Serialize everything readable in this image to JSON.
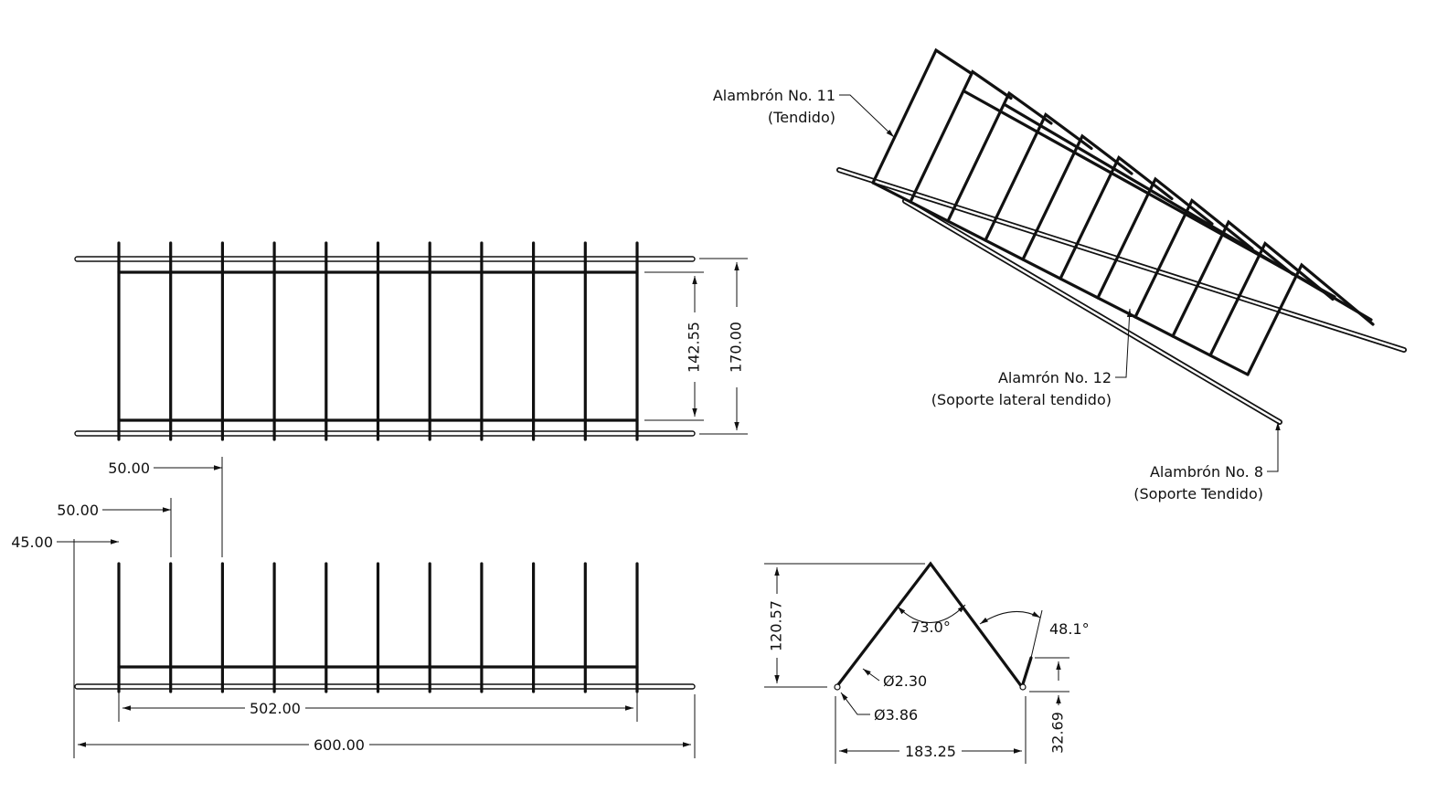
{
  "drawing": {
    "top_view": {
      "dims": {
        "inner_width": "142.55",
        "outer_width": "170.00"
      }
    },
    "front_view": {
      "dims": {
        "pitch_a": "50.00",
        "pitch_b": "50.00",
        "end_offset": "45.00",
        "span": "502.00",
        "overall_length": "600.00"
      }
    },
    "side_view": {
      "dims": {
        "height": "120.57",
        "apex_angle": "73.0°",
        "tip_angle": "48.1°",
        "wire_dia_small": "Ø2.30",
        "wire_dia_large": "Ø3.86",
        "base_width": "183.25",
        "tip_height": "32.69"
      }
    },
    "iso_view": {
      "callouts": [
        {
          "line1": "Alambrón No. 11",
          "line2": "(Tendido)"
        },
        {
          "line1": "Alamrón No. 12",
          "line2": "(Soporte lateral tendido)"
        },
        {
          "line1": "Alambrón No. 8",
          "line2": "(Soporte Tendido)"
        }
      ]
    }
  }
}
